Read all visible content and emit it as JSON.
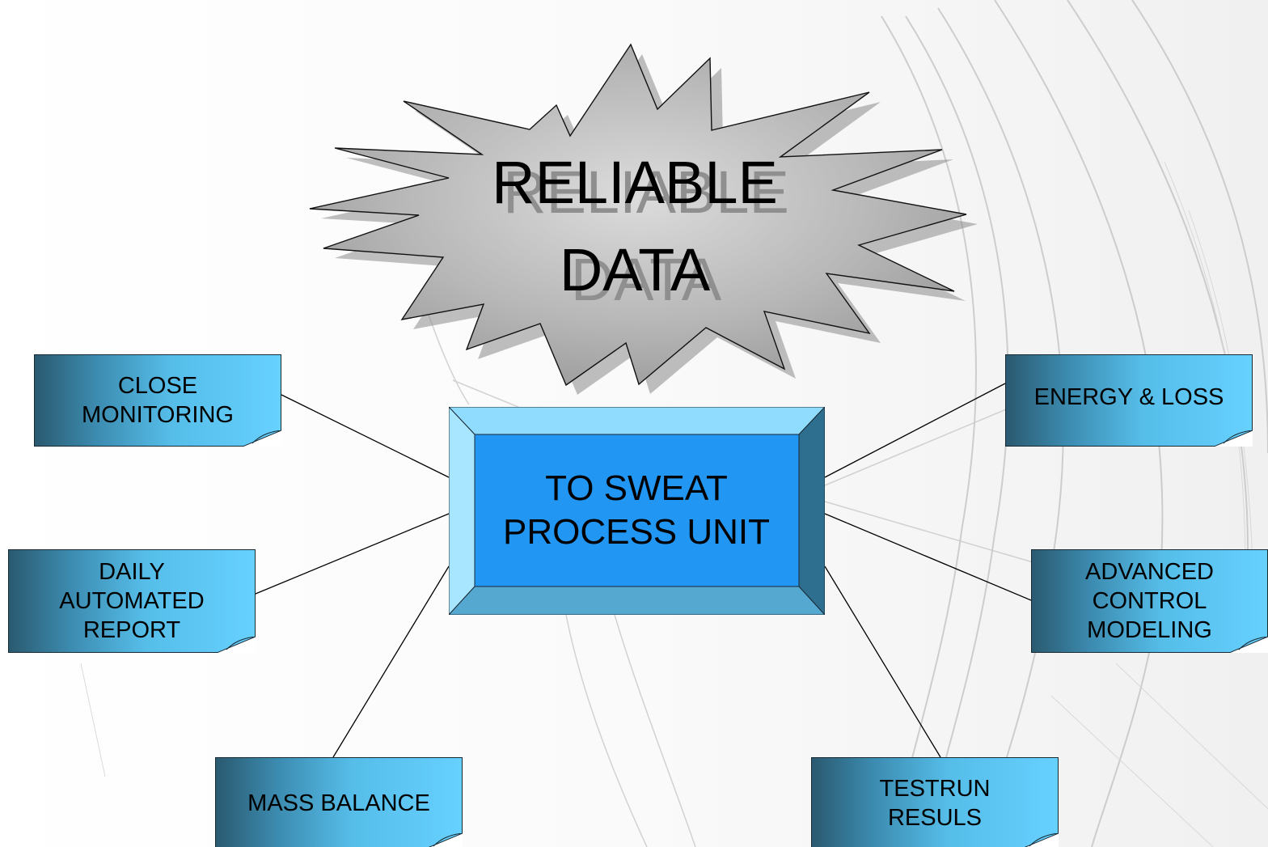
{
  "star": {
    "lines": [
      "RELIABLE",
      "DATA"
    ]
  },
  "center": {
    "lines": [
      "TO SWEAT",
      "PROCESS UNIT"
    ]
  },
  "notes": {
    "close_monitoring": [
      "CLOSE",
      "MONITORING"
    ],
    "daily_report": [
      "DAILY",
      "AUTOMATED",
      "REPORT"
    ],
    "mass_balance": [
      "MASS BALANCE"
    ],
    "energy_loss": [
      "ENERGY & LOSS"
    ],
    "advanced_control": [
      "ADVANCED",
      "CONTROL",
      "MODELING"
    ],
    "testrun": [
      "TESTRUN",
      "RESULS"
    ]
  },
  "colors": {
    "note_dark": "#2a5a70",
    "note_light": "#66d0ff",
    "center_face": "#2196f3",
    "star_fill": "#b8b8b8"
  }
}
